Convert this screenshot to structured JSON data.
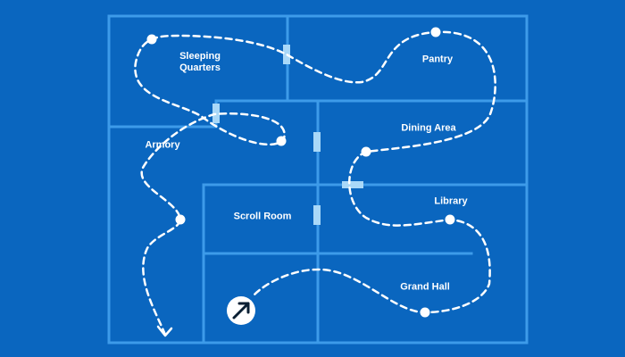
{
  "colors": {
    "background": "#0a66bf",
    "wall": "#3d9be9",
    "door": "#a9d8f8",
    "path": "#ffffff",
    "waypoint": "#ffffff",
    "label": "#ffffff",
    "start_badge_bg": "#ffffff",
    "start_badge_icon": "#0a1f33"
  },
  "rooms": [
    {
      "id": "sleeping-quarters",
      "label": "Sleeping\nQuarters"
    },
    {
      "id": "pantry",
      "label": "Pantry"
    },
    {
      "id": "armory",
      "label": "Armory"
    },
    {
      "id": "dining-area",
      "label": "Dining Area"
    },
    {
      "id": "scroll-room",
      "label": "Scroll Room"
    },
    {
      "id": "library",
      "label": "Library"
    },
    {
      "id": "grand-hall",
      "label": "Grand Hall"
    }
  ],
  "icons": {
    "start": "northeast-arrow-icon",
    "end": "arrowhead-icon",
    "waypoint": "waypoint-dot-icon",
    "door": "door-icon"
  }
}
